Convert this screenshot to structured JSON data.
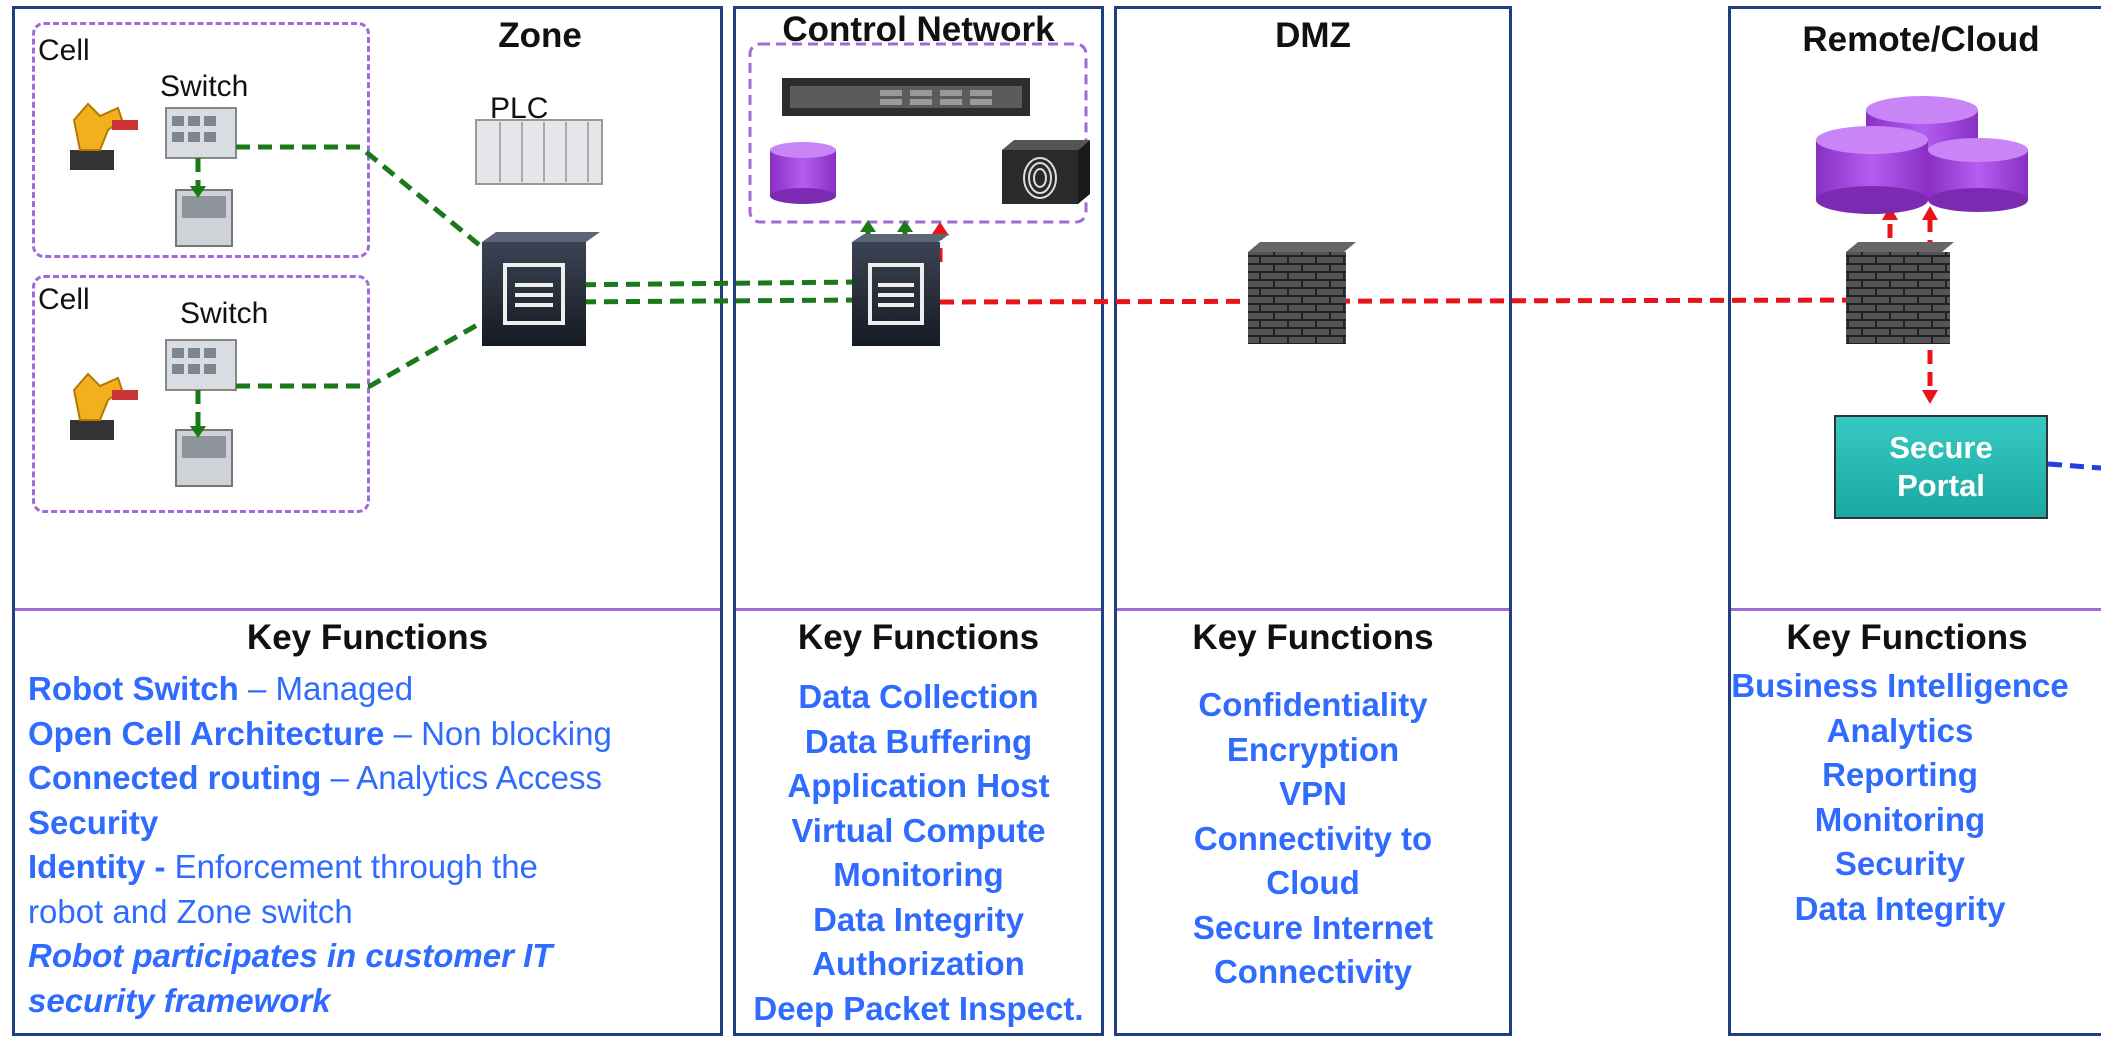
{
  "zone": {
    "title": "Zone",
    "cell1_label": "Cell",
    "cell1_switch": "Switch",
    "cell2_label": "Cell",
    "cell2_switch": "Switch",
    "plc_label": "PLC",
    "key_title": "Key Functions",
    "functions": [
      {
        "bold": "Robot Switch",
        "rest": " – Managed"
      },
      {
        "bold": "Open Cell Architecture",
        "rest": " – Non blocking"
      },
      {
        "bold": "Connected routing",
        "rest": " – Analytics Access"
      },
      {
        "bold": "Security",
        "rest": ""
      },
      {
        "bold": "Identity - ",
        "rest": " Enforcement through the"
      },
      {
        "bold": "",
        "rest": "robot and Zone switch"
      }
    ],
    "italic_lines": [
      "Robot participates in customer IT",
      "security framework"
    ]
  },
  "control": {
    "title": "Control Network",
    "key_title": "Key Functions",
    "functions": [
      "Data Collection",
      "Data Buffering",
      "Application Host",
      "Virtual Compute",
      "Monitoring",
      "Data Integrity",
      "Authorization",
      "Deep Packet Inspect."
    ]
  },
  "dmz": {
    "title": "DMZ",
    "key_title": "Key Functions",
    "functions": [
      "Confidentiality",
      "Encryption",
      "VPN",
      "Connectivity to",
      "Cloud",
      "Secure Internet",
      "Connectivity"
    ]
  },
  "cloud": {
    "title": "Remote/Cloud",
    "key_title": "Key Functions",
    "portal_line1": "Secure",
    "portal_line2": "Portal",
    "functions": [
      "Business Intelligence",
      "Analytics",
      "Reporting",
      "Monitoring",
      "Security",
      "Data Integrity"
    ]
  },
  "colors": {
    "panel_border": "#1e3f80",
    "divider": "#a06ad8",
    "text_blue": "#2f6bff",
    "green_link": "#1a7a1a",
    "red_link": "#e8141a",
    "blue_link": "#1f3fe0"
  }
}
